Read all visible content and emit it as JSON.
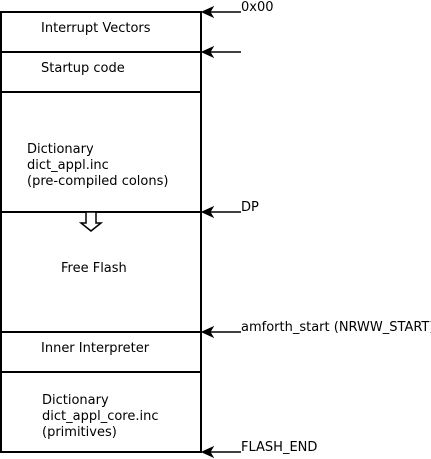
{
  "memory_map": {
    "regions": [
      {
        "id": "interrupt-vectors",
        "lines": [
          "Interrupt Vectors"
        ]
      },
      {
        "id": "startup-code",
        "lines": [
          "Startup code"
        ]
      },
      {
        "id": "dictionary-appl",
        "lines": [
          "Dictionary",
          "dict_appl.inc",
          "(pre-compiled colons)"
        ]
      },
      {
        "id": "free-flash",
        "lines": [
          "Free Flash"
        ]
      },
      {
        "id": "inner-interpreter",
        "lines": [
          "Inner Interpreter"
        ]
      },
      {
        "id": "dictionary-core",
        "lines": [
          "Dictionary",
          "dict_appl_core.inc",
          "(primitives)"
        ]
      }
    ],
    "pointers": [
      {
        "id": "start-0x00",
        "label": "0x00"
      },
      {
        "id": "startup-boundary",
        "label": ""
      },
      {
        "id": "dp",
        "label": "DP"
      },
      {
        "id": "amforth-start",
        "label": "amforth_start (NRWW_START)"
      },
      {
        "id": "flash-end",
        "label": "FLASH_END"
      }
    ],
    "growth_arrow": "down-arrow"
  }
}
